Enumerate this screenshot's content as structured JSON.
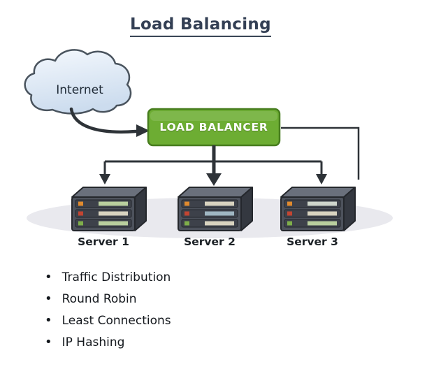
{
  "title": "Load Balancing",
  "cloud": {
    "label": "Internet"
  },
  "load_balancer": {
    "label": "LOAD BALANCER",
    "fill": "#6dad33",
    "border": "#477d1e",
    "text_color": "#ffffff"
  },
  "servers": [
    {
      "label": "Server 1"
    },
    {
      "label": "Server 2"
    },
    {
      "label": "Server 3"
    }
  ],
  "features": [
    {
      "label": "Traffic Distribution"
    },
    {
      "label": "Round Robin"
    },
    {
      "label": "Least Connections"
    },
    {
      "label": "IP Hashing"
    }
  ],
  "colors": {
    "arrow": "#2e3338",
    "title_text": "#333f54",
    "shadow": "#e9e9ee",
    "server_body": "#4d525c",
    "cloud_fill_top": "#f4f8fd",
    "cloud_fill_bottom": "#ccdcee"
  }
}
